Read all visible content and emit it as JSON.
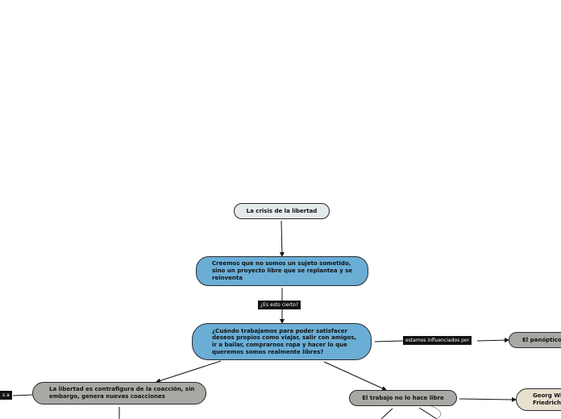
{
  "nodes": {
    "root": "La crisis de la libertad",
    "blue1": "Creemos que no somos un sujeto sometido, sino un proyecto libre que se replantea y se reinventa",
    "blue2": "¿Cuándo trabajamos para poder satisfacer deseos propios como viajar, salir con amigos, ir a bailar, comprarnos ropa y hacer lo que queremos somos realmente libres?",
    "gray_left": "La libertad es contrafigura de la coacción, sin embargo, genera nuevas coacciones",
    "gray_mid": "El trabajo no lo hace libre",
    "panoptico": "El panóptico",
    "georg_line1": "Georg Wi",
    "georg_line2": "Friedrich"
  },
  "edge_labels": {
    "es_cierto": "¿Es esto cierto?",
    "estamos": "estamos influenciados por",
    "left_cut": "s a"
  },
  "colors": {
    "blue_node": "#6aaed6",
    "gray_node": "#a8a8a5",
    "root_node": "#e4e9ec",
    "cream_node": "#e8e0cf",
    "label_bg": "#111111"
  }
}
